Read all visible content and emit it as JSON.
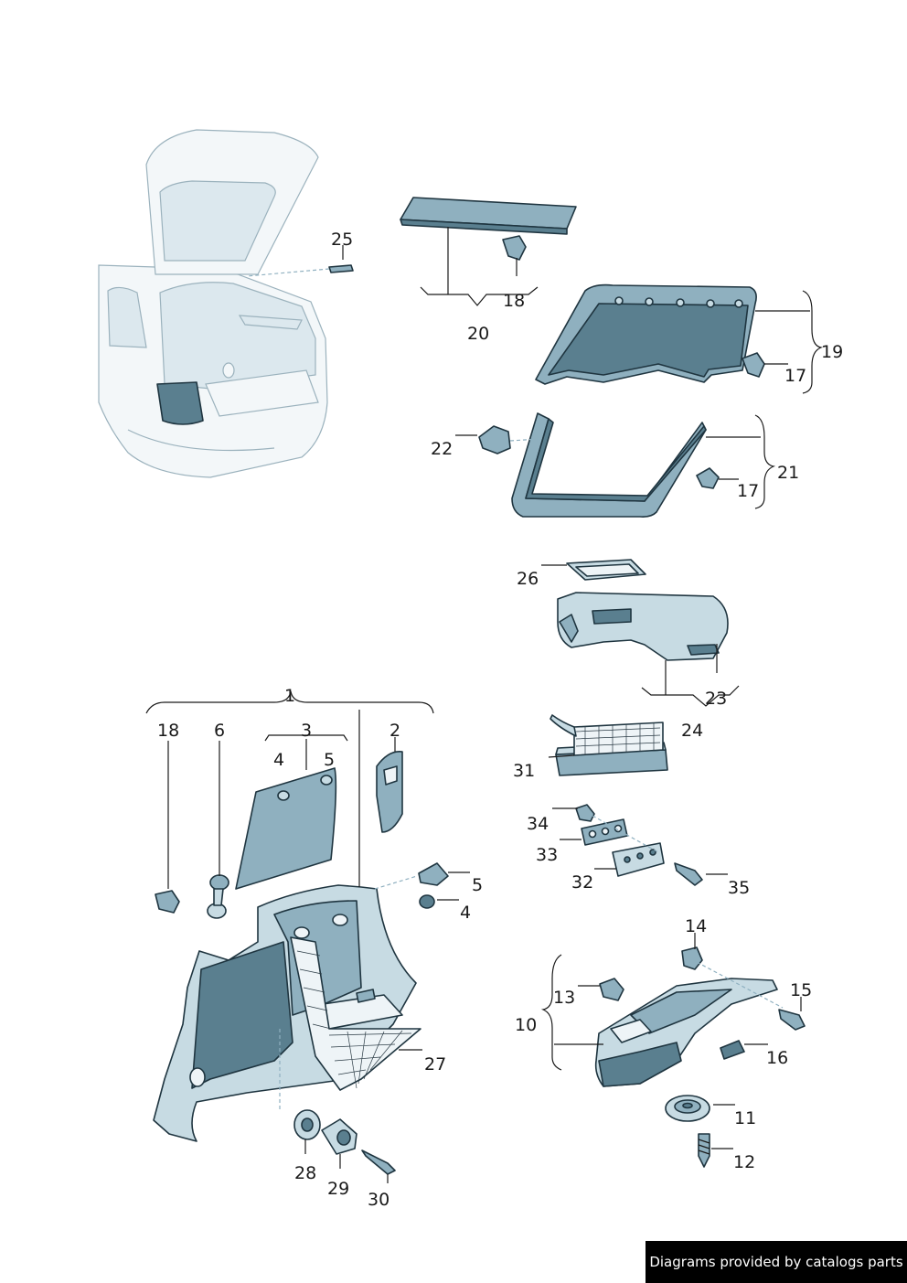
{
  "labels": [
    {
      "id": "25",
      "text": "25"
    },
    {
      "id": "18a",
      "text": "18"
    },
    {
      "id": "20",
      "text": "20"
    },
    {
      "id": "19",
      "text": "19"
    },
    {
      "id": "17a",
      "text": "17"
    },
    {
      "id": "22",
      "text": "22"
    },
    {
      "id": "21",
      "text": "21"
    },
    {
      "id": "17b",
      "text": "17"
    },
    {
      "id": "26",
      "text": "26"
    },
    {
      "id": "23",
      "text": "23"
    },
    {
      "id": "24",
      "text": "24"
    },
    {
      "id": "31",
      "text": "31"
    },
    {
      "id": "34",
      "text": "34"
    },
    {
      "id": "33",
      "text": "33"
    },
    {
      "id": "32",
      "text": "32"
    },
    {
      "id": "35",
      "text": "35"
    },
    {
      "id": "1",
      "text": "1"
    },
    {
      "id": "18b",
      "text": "18"
    },
    {
      "id": "6",
      "text": "6"
    },
    {
      "id": "3",
      "text": "3"
    },
    {
      "id": "4a",
      "text": "4"
    },
    {
      "id": "5a",
      "text": "5"
    },
    {
      "id": "2",
      "text": "2"
    },
    {
      "id": "5b",
      "text": "5"
    },
    {
      "id": "4b",
      "text": "4"
    },
    {
      "id": "27",
      "text": "27"
    },
    {
      "id": "28",
      "text": "28"
    },
    {
      "id": "29",
      "text": "29"
    },
    {
      "id": "30",
      "text": "30"
    },
    {
      "id": "14",
      "text": "14"
    },
    {
      "id": "13",
      "text": "13"
    },
    {
      "id": "15",
      "text": "15"
    },
    {
      "id": "10",
      "text": "10"
    },
    {
      "id": "16",
      "text": "16"
    },
    {
      "id": "11",
      "text": "11"
    },
    {
      "id": "12",
      "text": "12"
    }
  ],
  "footer": {
    "text": "Diagrams provided by catalogs parts"
  }
}
